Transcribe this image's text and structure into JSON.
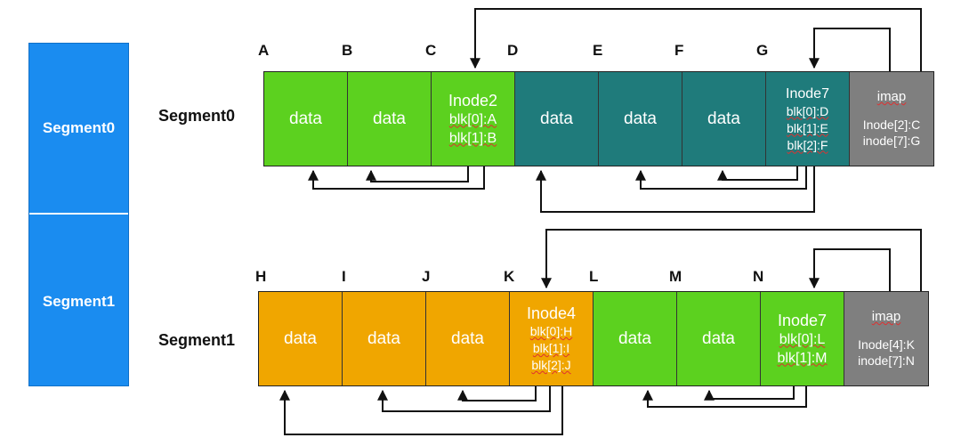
{
  "sidebar": {
    "top_label": "Segment0",
    "bottom_label": "Segment1"
  },
  "segment0": {
    "label": "Segment0",
    "letters": [
      "A",
      "B",
      "C",
      "D",
      "E",
      "F",
      "G"
    ],
    "data_label": "data",
    "inode2": {
      "title": "Inode2",
      "lines": [
        "blk[0]:A",
        "blk[1]:B"
      ]
    },
    "inode7": {
      "title": "Inode7",
      "lines": [
        "blk[0]:D",
        "blk[1]:E",
        "blk[2]:F"
      ]
    },
    "imap": {
      "title": "imap",
      "lines": [
        "Inode[2]:C",
        "inode[7]:G"
      ]
    }
  },
  "segment1": {
    "label": "Segment1",
    "letters": [
      "H",
      "I",
      "J",
      "K",
      "L",
      "M",
      "N"
    ],
    "data_label": "data",
    "inode4": {
      "title": "Inode4",
      "lines": [
        "blk[0]:H",
        "blk[1]:I",
        "blk[2]:J"
      ]
    },
    "inode7": {
      "title": "Inode7",
      "lines": [
        "blk[0]:L",
        "blk[1]:M"
      ]
    },
    "imap": {
      "title": "imap",
      "lines": [
        "Inode[4]:K",
        "inode[7]:N"
      ]
    }
  },
  "colors": {
    "sidebar": "#1a8cf0",
    "green": "#5cd11f",
    "teal": "#1f7b7b",
    "gray": "#7f7f7f",
    "orange": "#f0a600"
  }
}
